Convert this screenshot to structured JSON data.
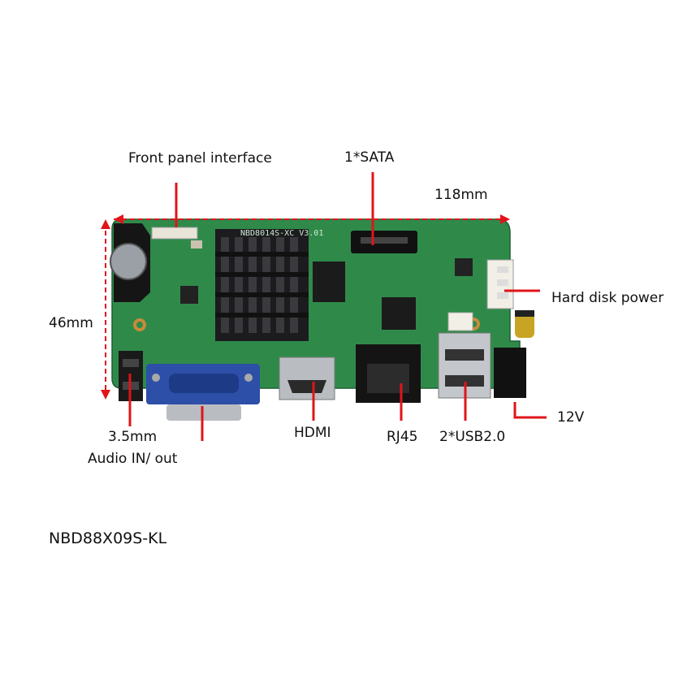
{
  "labels": {
    "front_panel": "Front panel interface",
    "sata": "1*SATA",
    "width": "118mm",
    "hdd_power": "Hard disk power",
    "height": "46mm",
    "audio_size": "3.5mm",
    "audio_io": "Audio IN/ out",
    "hdmi": "HDMI",
    "rj45": "RJ45",
    "usb": "2*USB2.0",
    "power": "12V"
  },
  "board_print": "NBD8014S-XC V3.01",
  "model": "NBD88X09S-KL",
  "colors": {
    "pcb": "#2f8a4a",
    "annotation": "#e0141a",
    "heatsink": "#1c1c1e",
    "vga": "#2d4fa8",
    "metal": "#b9bcc0"
  }
}
